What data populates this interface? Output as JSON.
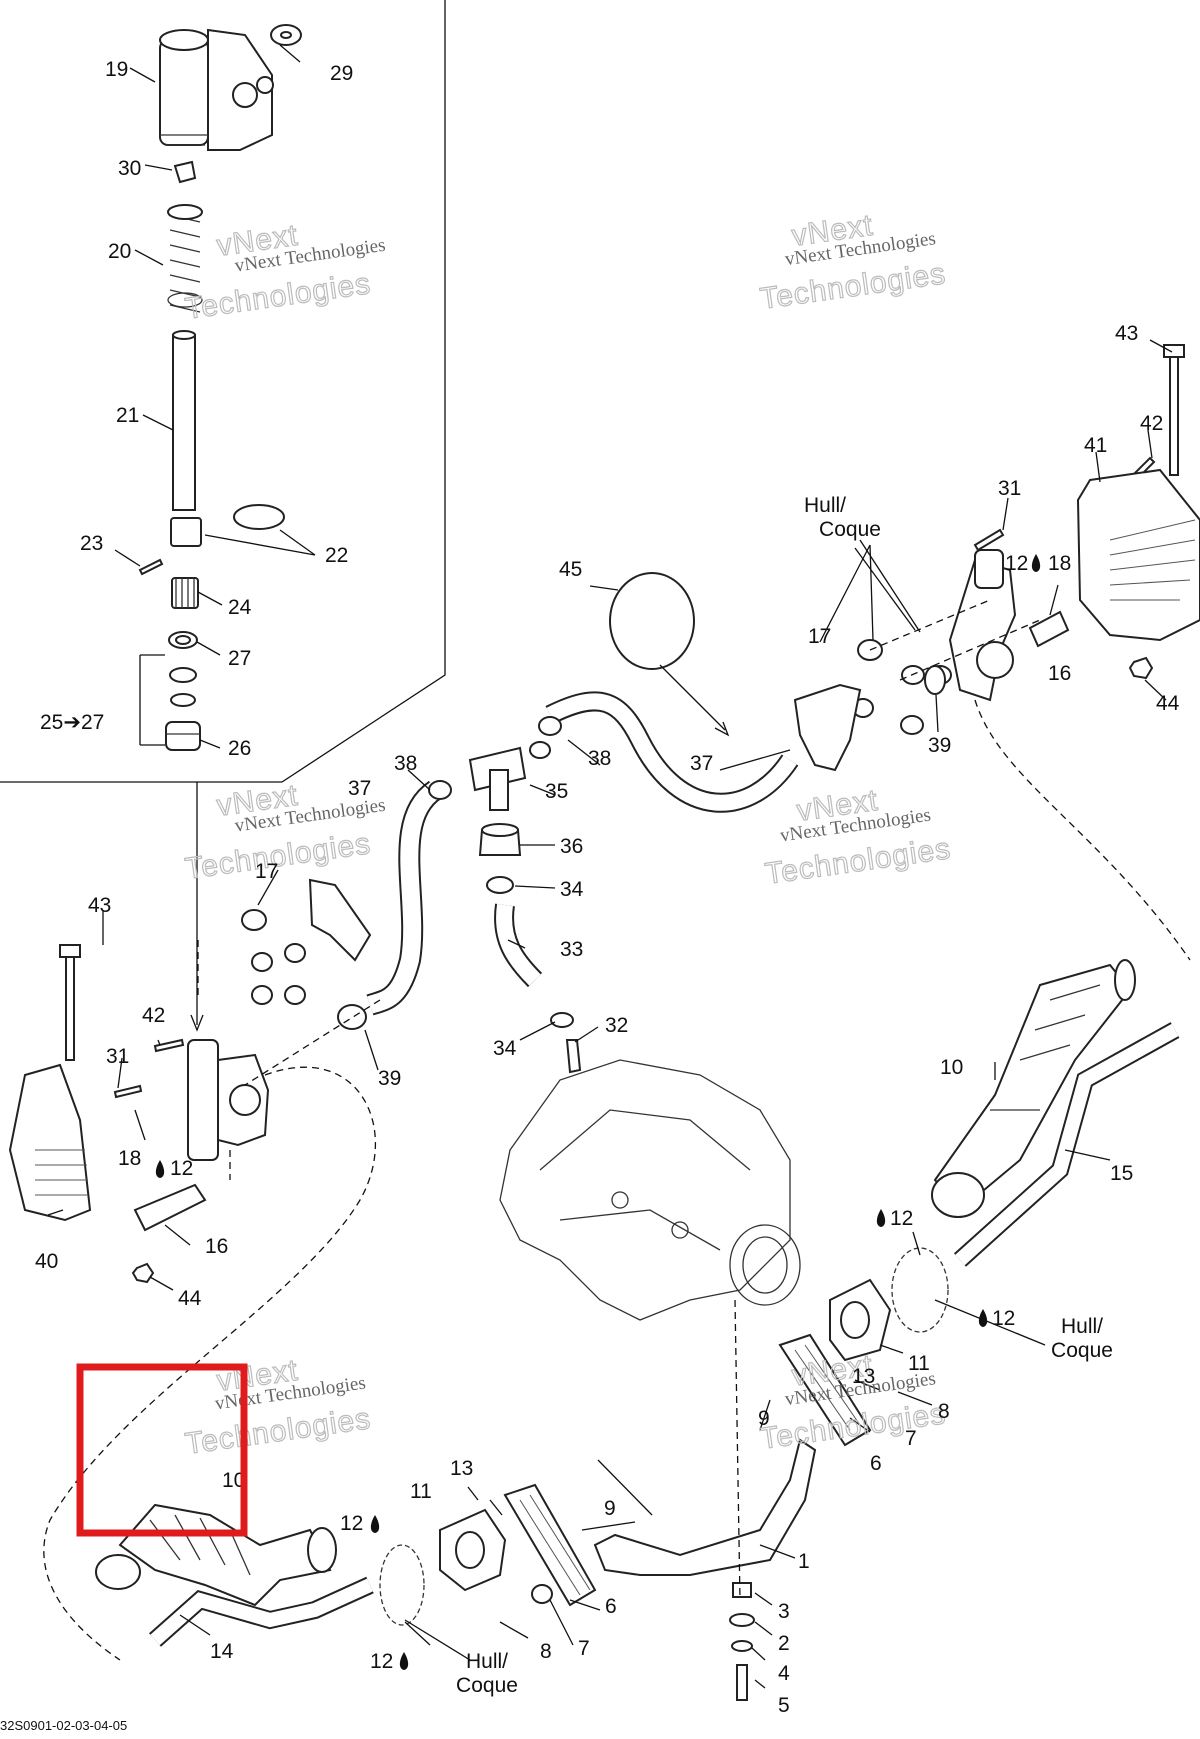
{
  "callouts": [
    {
      "id": "c19",
      "text": "19"
    },
    {
      "id": "c29",
      "text": "29"
    },
    {
      "id": "c30",
      "text": "30"
    },
    {
      "id": "c20",
      "text": "20"
    },
    {
      "id": "c21",
      "text": "21"
    },
    {
      "id": "c23",
      "text": "23"
    },
    {
      "id": "c22",
      "text": "22"
    },
    {
      "id": "c24",
      "text": "24"
    },
    {
      "id": "c27",
      "text": "27"
    },
    {
      "id": "c25",
      "text": "25➔27"
    },
    {
      "id": "c26",
      "text": "26"
    },
    {
      "id": "c43a",
      "text": "43"
    },
    {
      "id": "c42a",
      "text": "42"
    },
    {
      "id": "c41",
      "text": "41"
    },
    {
      "id": "c31a",
      "text": "31"
    },
    {
      "id": "c12a",
      "text": "12"
    },
    {
      "id": "c18a",
      "text": "18"
    },
    {
      "id": "c16a",
      "text": "16"
    },
    {
      "id": "c44a",
      "text": "44"
    },
    {
      "id": "c17a",
      "text": "17"
    },
    {
      "id": "c39a",
      "text": "39"
    },
    {
      "id": "c45",
      "text": "45"
    },
    {
      "id": "c37a",
      "text": "37"
    },
    {
      "id": "c38a",
      "text": "38"
    },
    {
      "id": "c38b",
      "text": "38"
    },
    {
      "id": "c35",
      "text": "35"
    },
    {
      "id": "c37b",
      "text": "37"
    },
    {
      "id": "c36",
      "text": "36"
    },
    {
      "id": "c34a",
      "text": "34"
    },
    {
      "id": "c33",
      "text": "33"
    },
    {
      "id": "c17b",
      "text": "17"
    },
    {
      "id": "c43b",
      "text": "43"
    },
    {
      "id": "c42b",
      "text": "42"
    },
    {
      "id": "c31b",
      "text": "31"
    },
    {
      "id": "c18b",
      "text": "18"
    },
    {
      "id": "c12b",
      "text": "12"
    },
    {
      "id": "c40",
      "text": "40"
    },
    {
      "id": "c16b",
      "text": "16"
    },
    {
      "id": "c44b",
      "text": "44"
    },
    {
      "id": "c39b",
      "text": "39"
    },
    {
      "id": "c34b",
      "text": "34"
    },
    {
      "id": "c32",
      "text": "32"
    },
    {
      "id": "c10",
      "text": "10"
    },
    {
      "id": "c15",
      "text": "15"
    },
    {
      "id": "c12c",
      "text": "12"
    },
    {
      "id": "c12d",
      "text": "12"
    },
    {
      "id": "c11a",
      "text": "11"
    },
    {
      "id": "c13a",
      "text": "13"
    },
    {
      "id": "c8a",
      "text": "8"
    },
    {
      "id": "c9a",
      "text": "9"
    },
    {
      "id": "c6a",
      "text": "6"
    },
    {
      "id": "c7a",
      "text": "7"
    },
    {
      "id": "c10b",
      "text": "10"
    },
    {
      "id": "c13b",
      "text": "13"
    },
    {
      "id": "c11b",
      "text": "11"
    },
    {
      "id": "c12e",
      "text": "12"
    },
    {
      "id": "c9b",
      "text": "9"
    },
    {
      "id": "c1",
      "text": "1"
    },
    {
      "id": "c6b",
      "text": "6"
    },
    {
      "id": "c3",
      "text": "3"
    },
    {
      "id": "c7b",
      "text": "7"
    },
    {
      "id": "c2",
      "text": "2"
    },
    {
      "id": "c8b",
      "text": "8"
    },
    {
      "id": "c4",
      "text": "4"
    },
    {
      "id": "c14",
      "text": "14"
    },
    {
      "id": "c12f",
      "text": "12"
    },
    {
      "id": "c5",
      "text": "5"
    }
  ],
  "hull_labels": [
    {
      "line1": "Hull/",
      "line2": "Coque"
    },
    {
      "line1": "Hull/",
      "line2": "Coque"
    },
    {
      "line1": "Hull/",
      "line2": "Coque"
    }
  ],
  "watermark": {
    "line1": "vNext Technologies",
    "line2": "Technologies",
    "line0": "vNext"
  },
  "drawing_code": "32S0901-02-03-04-05",
  "highlight_color": "#e01b1b"
}
